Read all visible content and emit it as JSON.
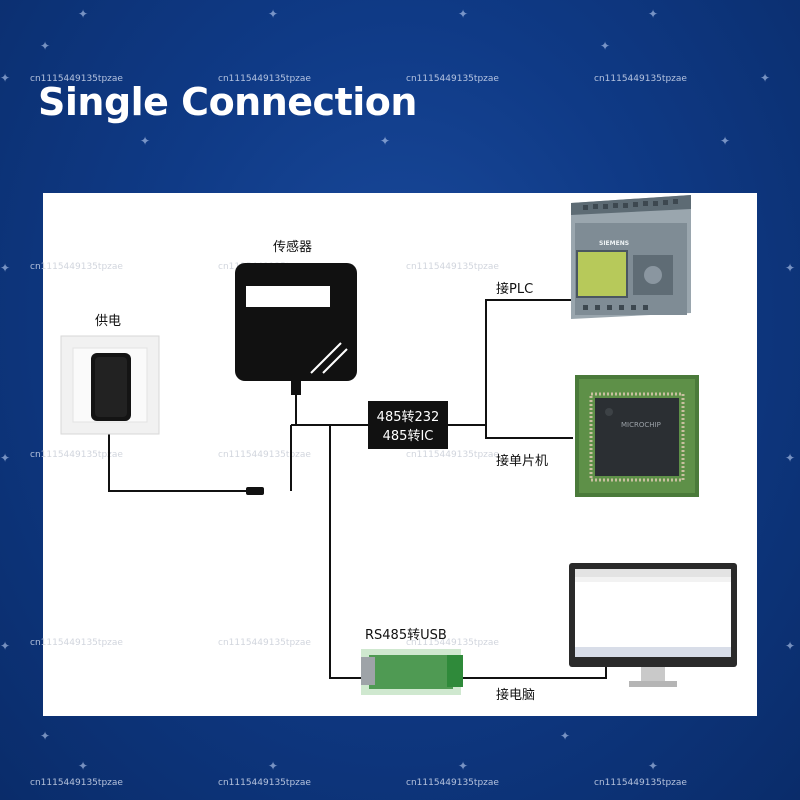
{
  "title": "Single Connection",
  "watermark": "cn1115449135tpzae",
  "diagram": {
    "labels": {
      "power": "供电",
      "sensor": "传感器",
      "converter_line1": "485转232",
      "converter_line2": "485转IC",
      "plc": "接PLC",
      "mcu": "接单片机",
      "usb_converter": "RS485转USB",
      "computer": "接电脑"
    },
    "device_text": {
      "plc_brand": "SIEMENS",
      "chip_brand": "MICROCHIP"
    }
  },
  "colors": {
    "background": "#0f3a86",
    "panel": "#ffffff",
    "line": "#111111",
    "converter_box": "#111111",
    "pcb_green": "#4a7a3a"
  }
}
